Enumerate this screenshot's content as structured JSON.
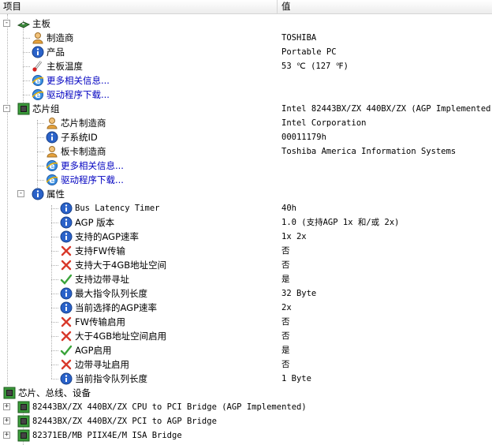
{
  "header": {
    "col_item": "项目",
    "col_value": "值"
  },
  "rows": [
    {
      "label": "主板",
      "value": "",
      "icon": "motherboard-icon",
      "expander": "-"
    },
    {
      "label": "制造商",
      "value": "TOSHIBA",
      "icon": "user-icon"
    },
    {
      "label": "产品",
      "value": "Portable PC",
      "icon": "info-icon"
    },
    {
      "label": "主板温度",
      "value": "53 ℃ (127 ℉)",
      "icon": "thermometer-icon"
    },
    {
      "label": "更多相关信息...",
      "value": "",
      "icon": "ie-link-icon",
      "link": true
    },
    {
      "label": "驱动程序下载...",
      "value": "",
      "icon": "ie-link-icon",
      "link": true
    },
    {
      "label": "芯片组",
      "value": "Intel 82443BX/ZX 440BX/ZX (AGP Implemented)",
      "icon": "chip-icon",
      "expander": "-"
    },
    {
      "label": "芯片制造商",
      "value": "Intel Corporation",
      "icon": "user-icon"
    },
    {
      "label": "子系统ID",
      "value": "00011179h",
      "icon": "info-icon"
    },
    {
      "label": "板卡制造商",
      "value": "Toshiba America Information Systems",
      "icon": "user-icon"
    },
    {
      "label": "更多相关信息...",
      "value": "",
      "icon": "ie-link-icon",
      "link": true
    },
    {
      "label": "驱动程序下载...",
      "value": "",
      "icon": "ie-link-icon",
      "link": true
    },
    {
      "label": "属性",
      "value": "",
      "icon": "info-icon",
      "expander": "-"
    },
    {
      "label": "Bus Latency Timer",
      "value": "40h",
      "icon": "info-icon"
    },
    {
      "label": "AGP 版本",
      "value": "1.0 (支持AGP 1x 和/或 2x)",
      "icon": "info-icon"
    },
    {
      "label": "支持的AGP速率",
      "value": "1x 2x",
      "icon": "info-icon"
    },
    {
      "label": "支持FW传输",
      "value": "否",
      "icon": "cross-icon"
    },
    {
      "label": "支持大于4GB地址空间",
      "value": "否",
      "icon": "cross-icon"
    },
    {
      "label": "支持边带寻址",
      "value": "是",
      "icon": "check-icon"
    },
    {
      "label": "最大指令队列长度",
      "value": "32 Byte",
      "icon": "info-icon"
    },
    {
      "label": "当前选择的AGP速率",
      "value": "2x",
      "icon": "info-icon"
    },
    {
      "label": "FW传输启用",
      "value": "否",
      "icon": "cross-icon"
    },
    {
      "label": "大于4GB地址空间启用",
      "value": "否",
      "icon": "cross-icon"
    },
    {
      "label": "AGP启用",
      "value": "是",
      "icon": "check-icon"
    },
    {
      "label": "边带寻址启用",
      "value": "否",
      "icon": "cross-icon"
    },
    {
      "label": "当前指令队列长度",
      "value": "1 Byte",
      "icon": "info-icon"
    },
    {
      "label": "芯片、总线、设备",
      "value": "",
      "icon": "chip-icon",
      "expander": "-"
    },
    {
      "label": "82443BX/ZX 440BX/ZX CPU to PCI Bridge (AGP Implemented)",
      "value": "",
      "icon": "chip-icon",
      "expander": "+"
    },
    {
      "label": "82443BX/ZX 440BX/ZX PCI to AGP Bridge",
      "value": "",
      "icon": "chip-icon",
      "expander": "+"
    },
    {
      "label": "82371EB/MB PIIX4E/M ISA Bridge",
      "value": "",
      "icon": "chip-icon",
      "expander": "+"
    }
  ]
}
